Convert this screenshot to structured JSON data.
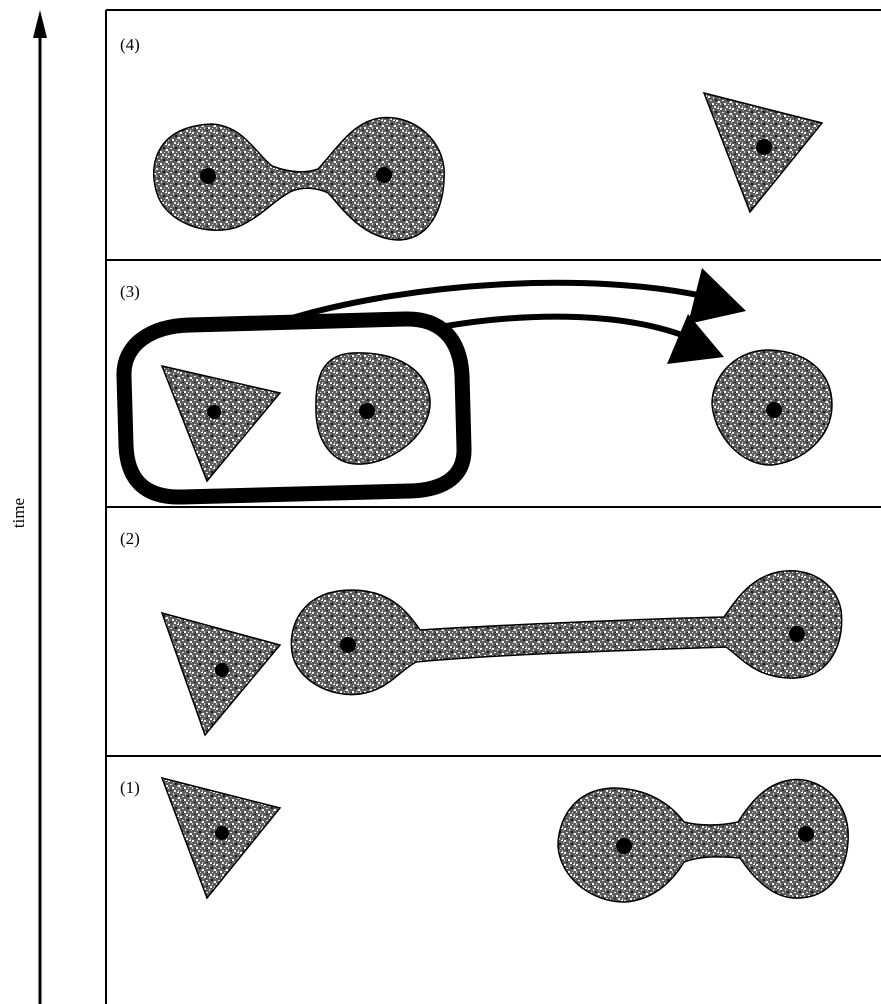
{
  "axis": {
    "label": "time"
  },
  "panels": [
    {
      "id": "panel-4",
      "label": "(4)"
    },
    {
      "id": "panel-3",
      "label": "(3)"
    },
    {
      "id": "panel-2",
      "label": "(2)"
    },
    {
      "id": "panel-1",
      "label": "(1)"
    }
  ],
  "colors": {
    "ink": "#000000",
    "paper": "#ffffff"
  }
}
